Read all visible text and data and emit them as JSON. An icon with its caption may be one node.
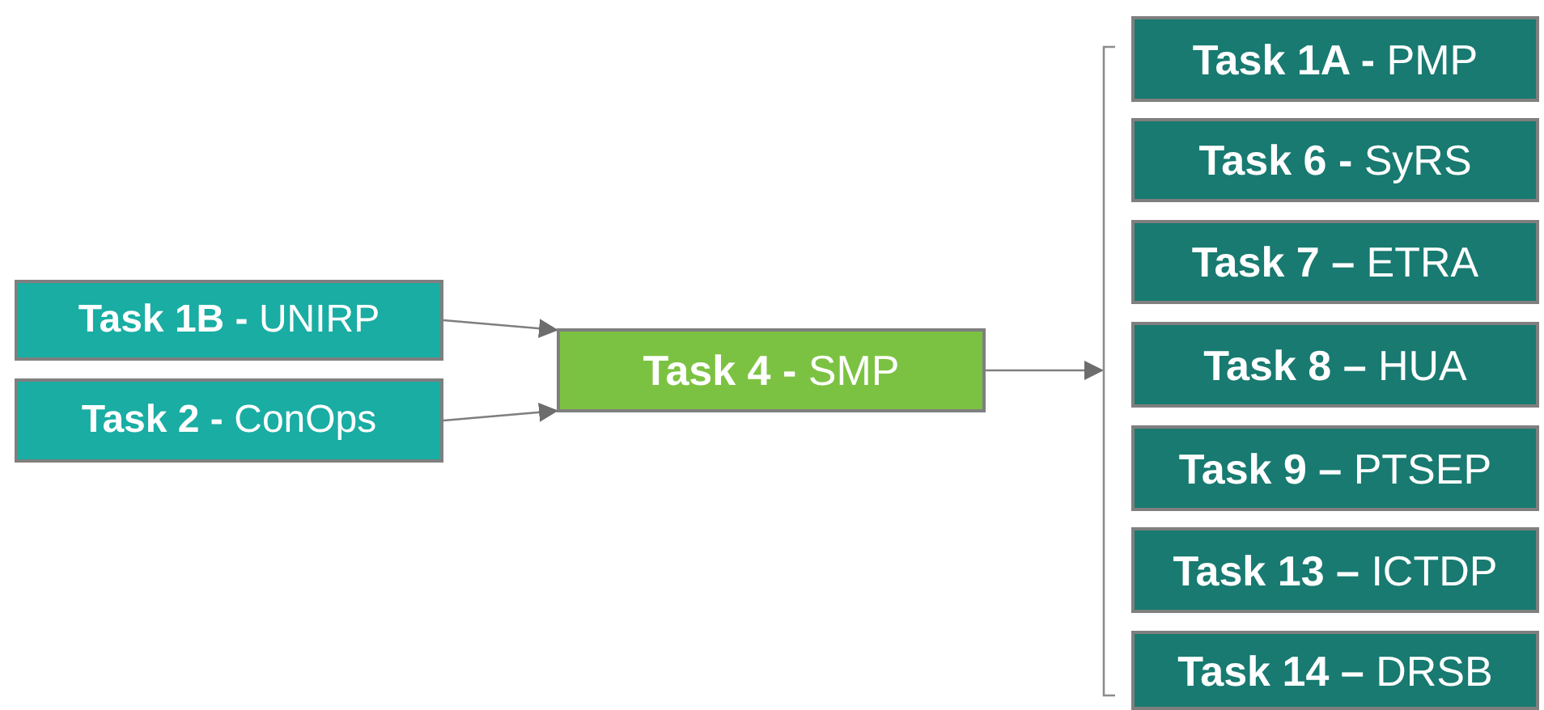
{
  "diagram": {
    "nodes": [
      {
        "text": [
          "**Task 1B -** UNIRP"
        ]
      },
      {
        "text": [
          "**Task 2 -** ConOps"
        ]
      },
      {
        "text": [
          "**Task 4 -** SMP"
        ]
      },
      {
        "text": [],
        "shape": "bracket"
      },
      {
        "text": [
          "**Task 1A -** PMP"
        ]
      },
      {
        "text": [
          "**Task 6 -** SyRS"
        ]
      },
      {
        "text": [
          "**Task 7 –** ETRA"
        ]
      },
      {
        "text": [
          "**Task 8 –** HUA"
        ]
      },
      {
        "text": [
          "**Task 9 –** PTSEP"
        ]
      },
      {
        "text": [
          "**Task 13 –** ICTDP"
        ]
      },
      {
        "text": [
          "**Task 14 –** DRSB"
        ]
      }
    ],
    "edges": [
      {
        "from": 0,
        "to": 2,
        "arrow": "to"
      },
      {
        "from": 1,
        "to": 2,
        "arrow": "to"
      },
      {
        "from": 2,
        "to": 3,
        "arrow": "to"
      }
    ]
  }
}
